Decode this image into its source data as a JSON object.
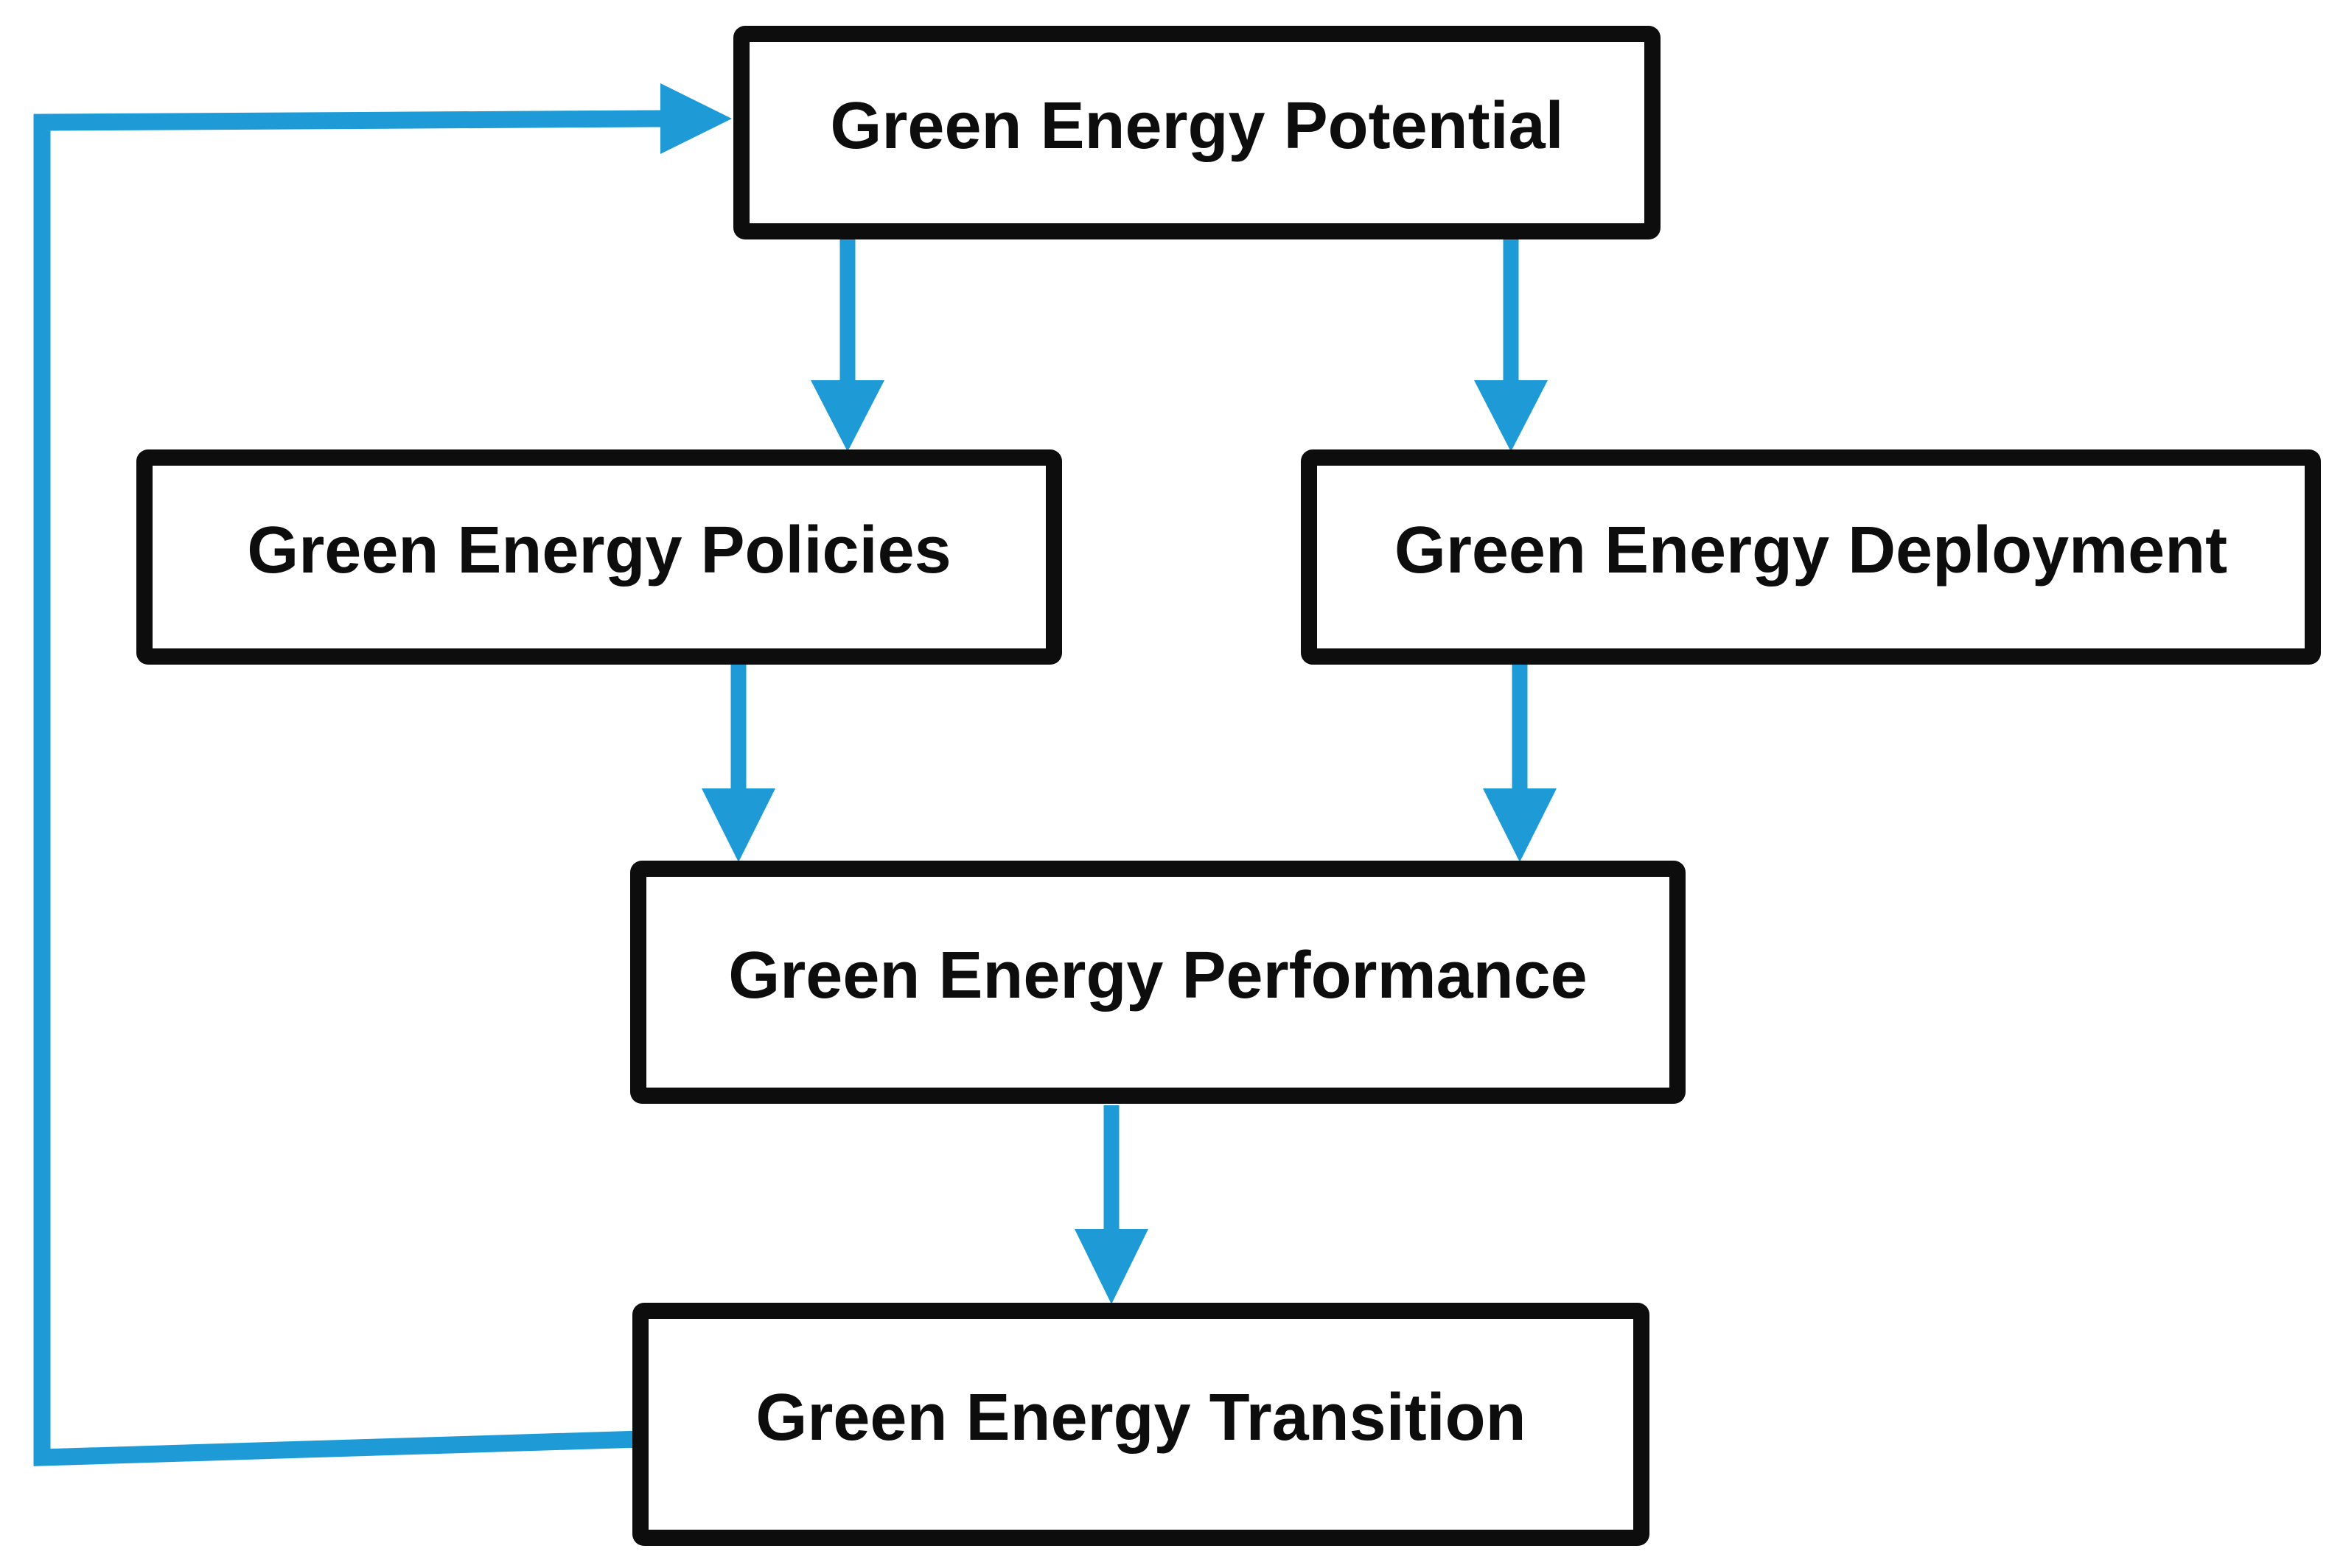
{
  "diagram": {
    "type": "flowchart",
    "nodes": [
      {
        "id": "green-energy-potential",
        "label": "Green Energy Potential"
      },
      {
        "id": "green-energy-policies",
        "label": "Green Energy Policies"
      },
      {
        "id": "green-energy-deployment",
        "label": "Green Energy Deployment"
      },
      {
        "id": "green-energy-performance",
        "label": "Green Energy Performance"
      },
      {
        "id": "green-energy-transition",
        "label": "Green Energy Transition"
      }
    ],
    "edges": [
      {
        "from": "green-energy-potential",
        "to": "green-energy-policies",
        "style": "straight-arrow-down"
      },
      {
        "from": "green-energy-potential",
        "to": "green-energy-deployment",
        "style": "straight-arrow-down"
      },
      {
        "from": "green-energy-policies",
        "to": "green-energy-performance",
        "style": "straight-arrow-down"
      },
      {
        "from": "green-energy-deployment",
        "to": "green-energy-performance",
        "style": "straight-arrow-down"
      },
      {
        "from": "green-energy-performance",
        "to": "green-energy-transition",
        "style": "straight-arrow-down"
      },
      {
        "from": "green-energy-transition",
        "to": "green-energy-potential",
        "style": "elbow-feedback-loop-left"
      }
    ]
  },
  "colors": {
    "accent_blue": "#1e9bd7",
    "box_border": "#0d0d0d",
    "node_fill": "#ffffff",
    "background": "#ffffff",
    "text": "#0d0d0d"
  }
}
